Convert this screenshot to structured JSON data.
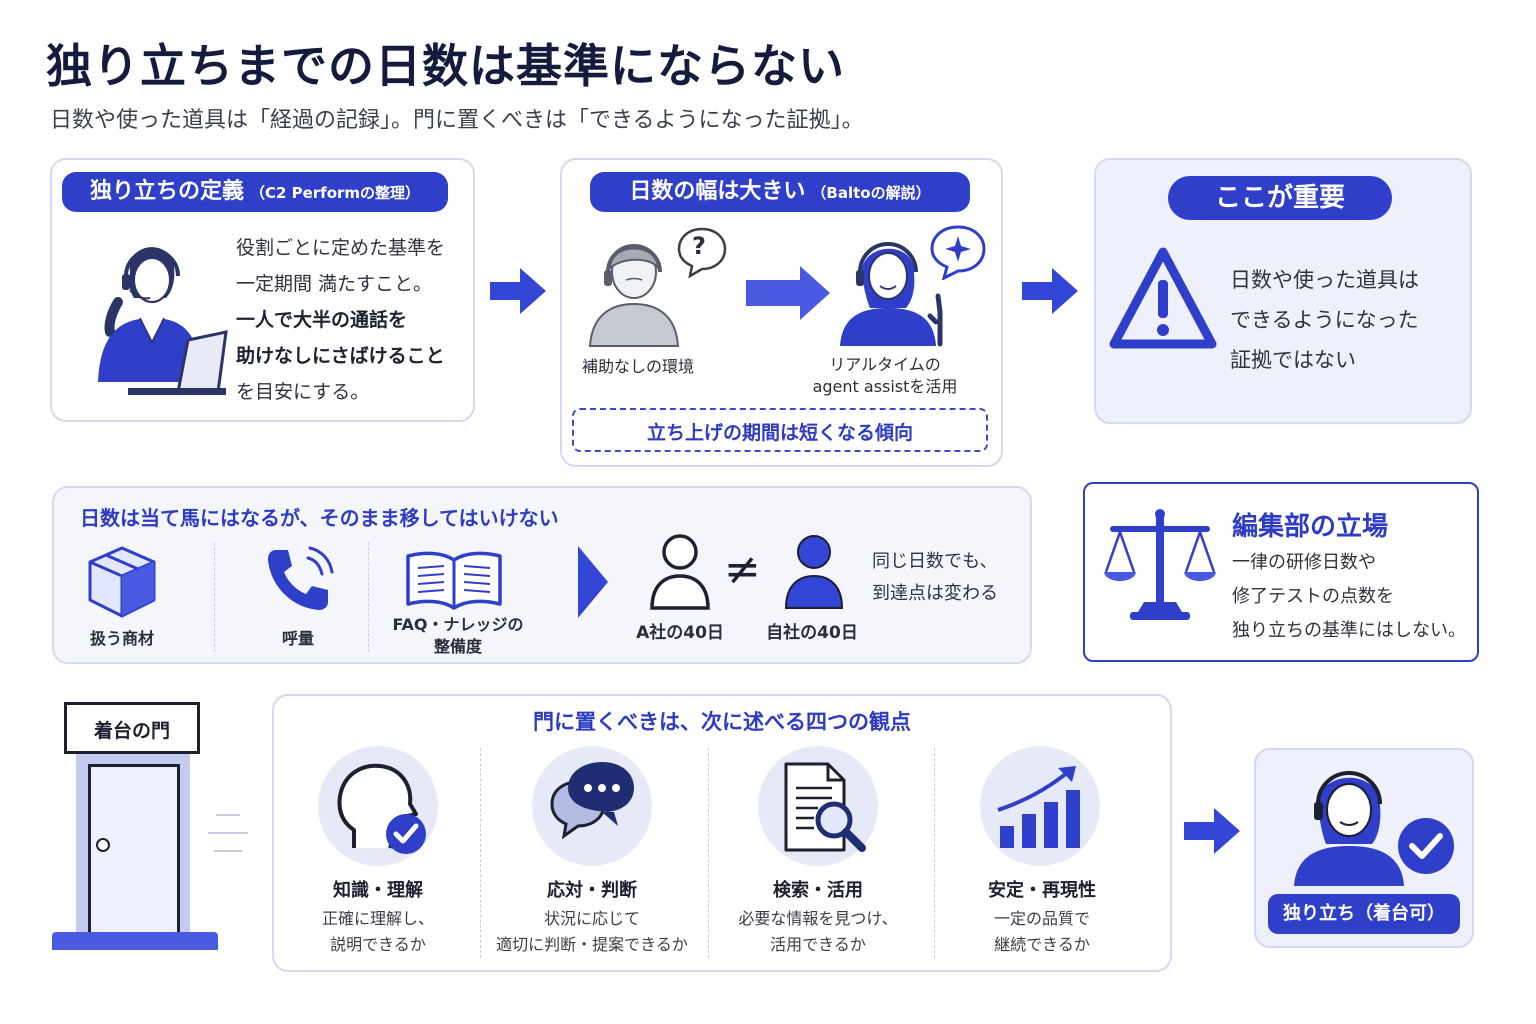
{
  "header": {
    "title": "独り立ちまでの日数は基準にならない",
    "subtitle": "日数や使った道具は「経過の記録」。門に置くべきは「できるようになった証拠」。"
  },
  "definition": {
    "pill": "独り立ちの定義",
    "pill_note": "（C2 Performの整理）",
    "line1": "役割ごとに定めた基準を",
    "line2": "一定期間 満たすこと。",
    "line3": "一人で大半の通話を",
    "line4": "助けなしにさばけること",
    "line5": "を目安にする。"
  },
  "range": {
    "pill": "日数の幅は大きい",
    "pill_note": "（Baltoの解説）",
    "left_caption": "補助なしの環境",
    "right_caption_1": "リアルタイムの",
    "right_caption_2": "agent assistを活用",
    "question_mark": "?",
    "tendency": "立ち上げの期間は短くなる傾向"
  },
  "important": {
    "pill": "ここが重要",
    "line1": "日数や使った道具は",
    "line2": "できるようになった",
    "line3": "証拠ではない"
  },
  "guide": {
    "heading": "日数は当て馬にはなるが、そのまま移してはいけない",
    "item1": "扱う商材",
    "item2": "呼量",
    "item3_line1": "FAQ・ナレッジの",
    "item3_line2": "整備度",
    "company_a": "A社の40日",
    "neq": "≠",
    "own_company": "自社の40日",
    "note_line1": "同じ日数でも、",
    "note_line2": "到達点は変わる"
  },
  "editorial": {
    "heading": "編集部の立場",
    "line1": "一律の研修日数や",
    "line2": "修了テストの点数を",
    "line3": "独り立ちの基準にはしない。"
  },
  "gate": {
    "sign": "着台の門"
  },
  "viewpoints": {
    "heading": "門に置くべきは、次に述べる四つの観点",
    "items": [
      {
        "title": "知識・理解",
        "desc1": "正確に理解し、",
        "desc2": "説明できるか"
      },
      {
        "title": "応対・判断",
        "desc1": "状況に応じて",
        "desc2": "適切に判断・提案できるか"
      },
      {
        "title": "検索・活用",
        "desc1": "必要な情報を見つけ、",
        "desc2": "活用できるか"
      },
      {
        "title": "安定・再現性",
        "desc1": "一定の品質で",
        "desc2": "継続できるか"
      }
    ]
  },
  "result": {
    "badge": "独り立ち（着台可）"
  },
  "colors": {
    "accent": "#2f3fc9",
    "accent_light": "#4a5ae0",
    "navy": "#151b3d",
    "tint_bg": "#eef0fb",
    "border": "#d5d9f2"
  }
}
